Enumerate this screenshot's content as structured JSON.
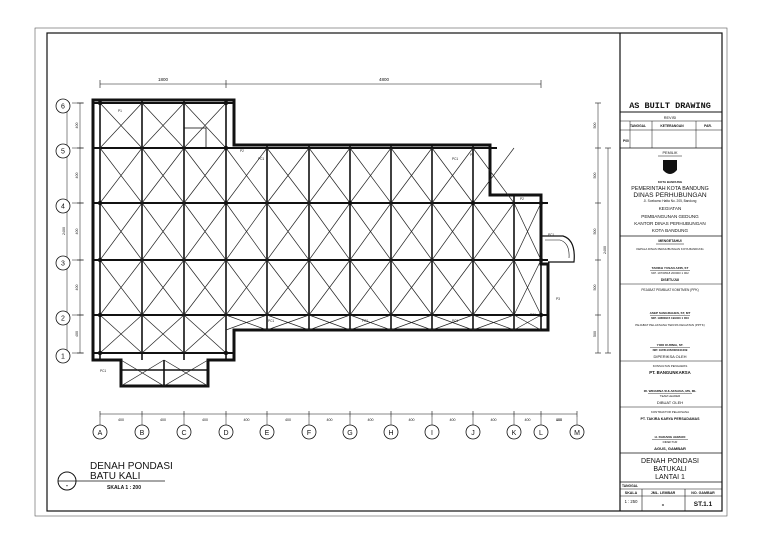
{
  "plan": {
    "title_line1": "DENAH  PONDASI",
    "title_line2": "BATU  KALI",
    "scale_text": "SKALA 1 : 200",
    "detail_marker": "-",
    "top_dims": [
      "1800",
      "4800"
    ],
    "bottom_dims": [
      "400",
      "400",
      "400",
      "400",
      "400",
      "400",
      "400",
      "400",
      "400",
      "400",
      "400",
      "400",
      "400",
      "100"
    ],
    "left_dims": [
      "400",
      "400",
      "400",
      "400",
      "400"
    ],
    "left_total": "2400",
    "right_dims": [
      "500",
      "500",
      "500",
      "500",
      "500"
    ],
    "right_total": "2400",
    "col_labels": [
      "A",
      "B",
      "C",
      "D",
      "E",
      "F",
      "G",
      "H",
      "I",
      "J",
      "K",
      "L",
      "M"
    ],
    "row_labels": [
      "6",
      "5",
      "4",
      "3",
      "2",
      "1"
    ],
    "pc_tags": [
      "PC1",
      "PC1",
      "PC1",
      "PC1",
      "PC1",
      "PC1",
      "PC1",
      "PC1"
    ],
    "hint_tags": [
      "P1",
      "P2",
      "P2",
      "P2",
      "P3"
    ]
  },
  "titleblock": {
    "header": "AS BUILT DRAWING",
    "revisi": "REVISI",
    "rev_cols": [
      "TANGGAL",
      "KETERANGAN",
      "PAR."
    ],
    "rev_row": "P00",
    "owner_label": "PEMILIK",
    "logo_caption": "KOTA BANDUNG",
    "org_line1": "PEMERINTAH KOTA BANDUNG",
    "org_line2": "DINAS PERHUBUNGAN",
    "org_address": "Jl. Soekarno Hatta No. 205, Bandung",
    "kegiatan_label": "KEGIATAN",
    "kegiatan_line1": "PEMBANGUNAN GEDUNG",
    "kegiatan_line2": "KANTOR DINAS PERHUBUNGAN",
    "kegiatan_line3": "KOTA BANDUNG",
    "mengetahui": "MENGETAHUI",
    "kadis_role": "KEPALA DINAS PERHUBUNGAN KOTA BANDUNG",
    "kadis_name": "TARIKH YUSAN AFIB, ST",
    "kadis_nip": "NIP. 19730518 200003 1 002",
    "disetujui": "DISETUJUI",
    "ppk_label": "PEJABAT PEMBUAT KOMITMEN (PPK)",
    "pptk_name": "ASEP SANGRAHEN, ST, MT",
    "pptk_nip": "NIP. 19680915 199403 1 003",
    "pptk_label": "PEJABAT PELAKSANA TEKNIS KEGIATAN (PPTK)",
    "engineer_name": "YODI KURNIA, ST.",
    "engineer_nip": "NIP. 197811052006041009",
    "diperiksa": "DIPERIKSA OLEH",
    "consultant_label": "KONSULTAN PENGAWAS",
    "consultant_name": "PT. BANGUNKARSA",
    "supervisor_name": "IR. WINARNA SULAKSANA, MS, ML",
    "supervisor_role": "TEAM LEADER",
    "dibuat": "DIBUAT OLEH",
    "contractor_label": "KONTRAKTOR PELAKSANA",
    "contractor_name": "PT. TAKIRA KARYA PERSADAMAS",
    "director_name": "H. DADANG AHMADI",
    "director_role": "DIREKTUR",
    "drafter": "AGUS, GAMBAR",
    "drawing_title1": "DENAH  PONDASI",
    "drawing_title2": "BATUKALI",
    "drawing_title3": "LANTAI  1",
    "tanggal_label": "TANGGAL",
    "skala_label": "SKALA",
    "jml_label": "JML. LEMBAR",
    "no_label": "NO. GAMBAR",
    "skala_value": "1 : 250",
    "jml_value": "-",
    "no_value": "ST.1.1"
  }
}
